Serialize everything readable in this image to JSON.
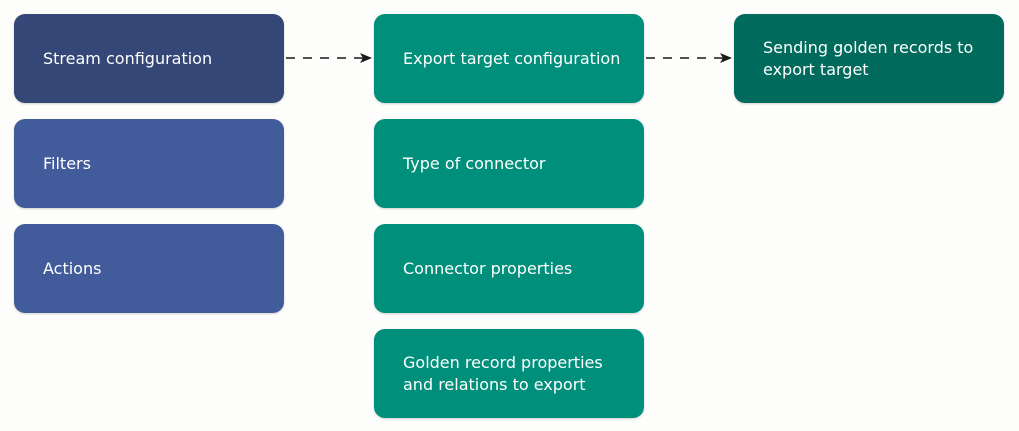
{
  "stream": {
    "title": "Stream configuration",
    "items": [
      "Filters",
      "Actions"
    ]
  },
  "export_target": {
    "title": "Export target configuration",
    "items": [
      "Type of connector",
      "Connector properties",
      "Golden record properties and relations to export"
    ]
  },
  "sending": {
    "title": "Sending golden records to export target"
  },
  "colors": {
    "stream_header": "#344776",
    "stream_item": "#425b9b",
    "export_item": "#008f7a",
    "sending_box": "#006b5c",
    "arrow": "#1a1a1a"
  }
}
